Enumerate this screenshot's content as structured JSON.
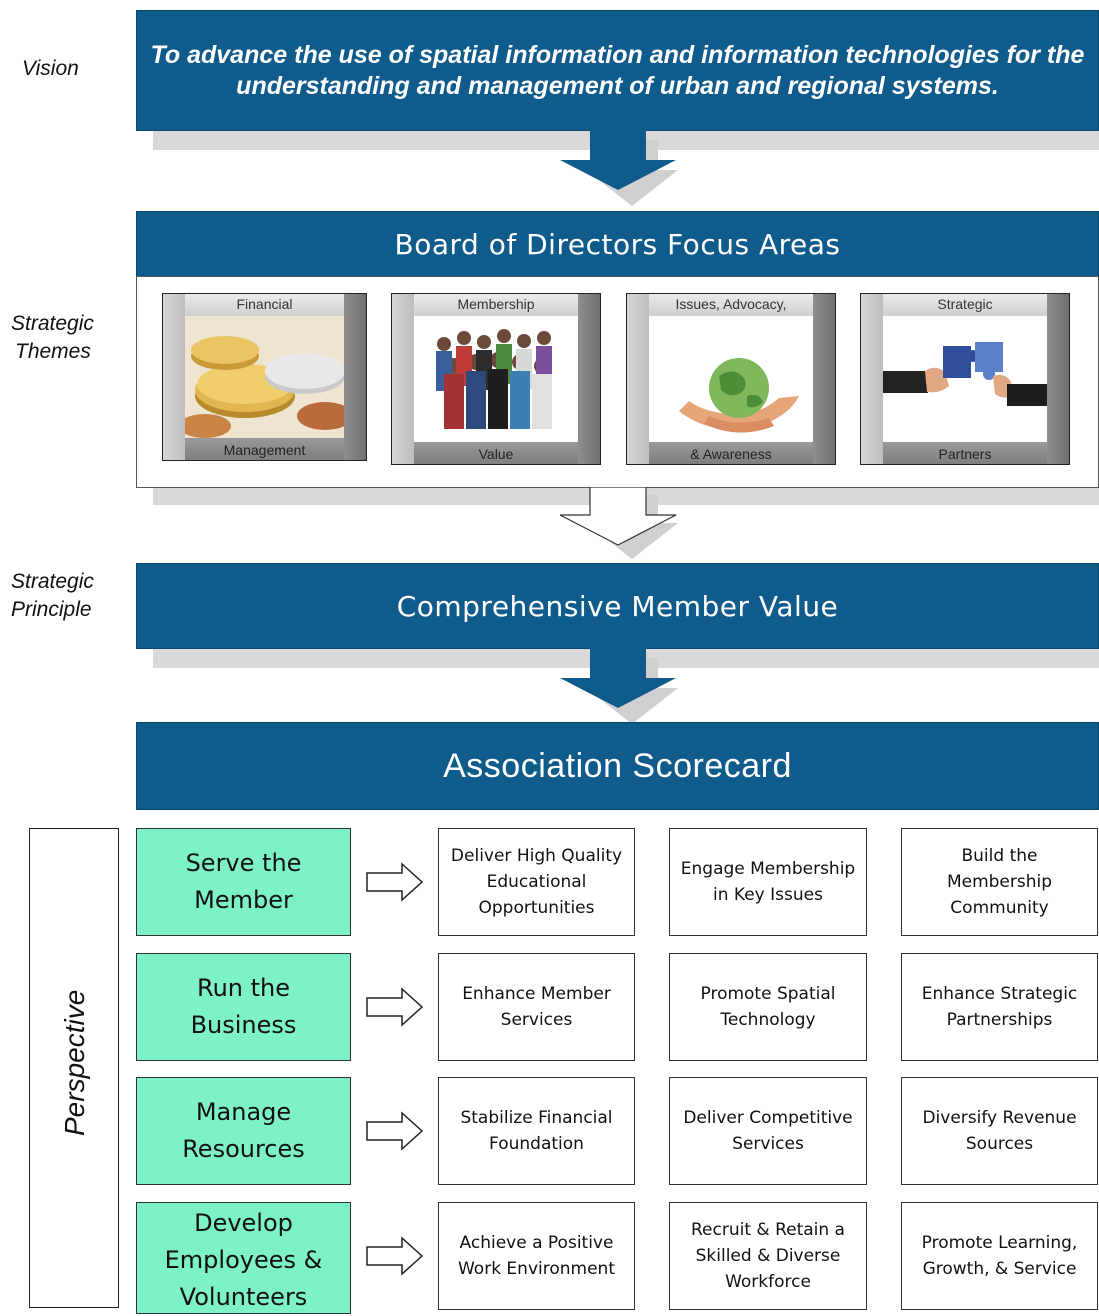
{
  "side_labels": {
    "vision": "Vision",
    "strategic_themes_line1": "Strategic",
    "strategic_themes_line2": "Themes",
    "strategic_principle_line1": "Strategic",
    "strategic_principle_line2": "Principle",
    "perspective": "Perspective"
  },
  "vision_text": "To advance the use of spatial information and information technologies for the understanding and management of urban and regional systems.",
  "focus_areas": {
    "title": "Board of Directors Focus Areas",
    "themes": [
      {
        "top": "Financial",
        "bottom": "Management",
        "image": "coins-image"
      },
      {
        "top": "Membership",
        "bottom": "Value",
        "image": "group-of-people-image"
      },
      {
        "top": "Issues, Advocacy,",
        "bottom": "& Awareness",
        "image": "globe-in-hands-image"
      },
      {
        "top": "Strategic",
        "bottom": "Partners",
        "image": "puzzle-pieces-hands-image"
      }
    ]
  },
  "principle_title": "Comprehensive Member Value",
  "scorecard_title": "Association Scorecard",
  "scorecard_rows": [
    {
      "perspective": "Serve the Member",
      "objectives": [
        "Deliver High Quality Educational Opportunities",
        "Engage Membership in Key Issues",
        "Build the Membership Community"
      ]
    },
    {
      "perspective": "Run the Business",
      "objectives": [
        "Enhance Member Services",
        "Promote Spatial Technology",
        "Enhance Strategic Partnerships"
      ]
    },
    {
      "perspective": "Manage Resources",
      "objectives": [
        "Stabilize Financial Foundation",
        "Deliver Competitive Services",
        "Diversify Revenue Sources"
      ]
    },
    {
      "perspective": "Develop Employees & Volunteers",
      "objectives": [
        "Achieve a Positive Work Environment",
        "Recruit & Retain a Skilled & Diverse Workforce",
        "Promote Learning, Growth, & Service"
      ]
    }
  ],
  "colors": {
    "band_blue": "#0f5b8c",
    "perspective_green": "#7ef2c7"
  }
}
